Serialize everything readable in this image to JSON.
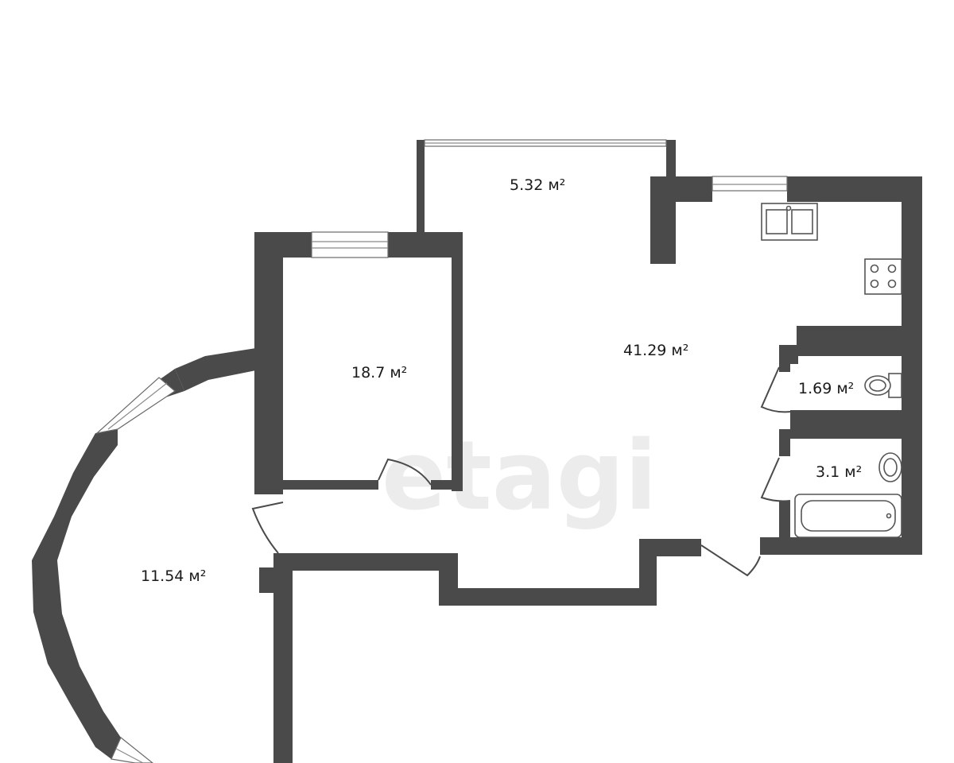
{
  "watermark": "etagi",
  "rooms": [
    {
      "id": "balcony",
      "label": "5.32 м²"
    },
    {
      "id": "bedroom",
      "label": "18.7 м²"
    },
    {
      "id": "living-kitchen",
      "label": "41.29 м²"
    },
    {
      "id": "toilet",
      "label": "1.69 м²"
    },
    {
      "id": "bathroom",
      "label": "3.1 м²"
    },
    {
      "id": "round-room",
      "label": "11.54 м²"
    }
  ],
  "colors": {
    "wall": "#4a4a4a",
    "background": "#ffffff"
  }
}
